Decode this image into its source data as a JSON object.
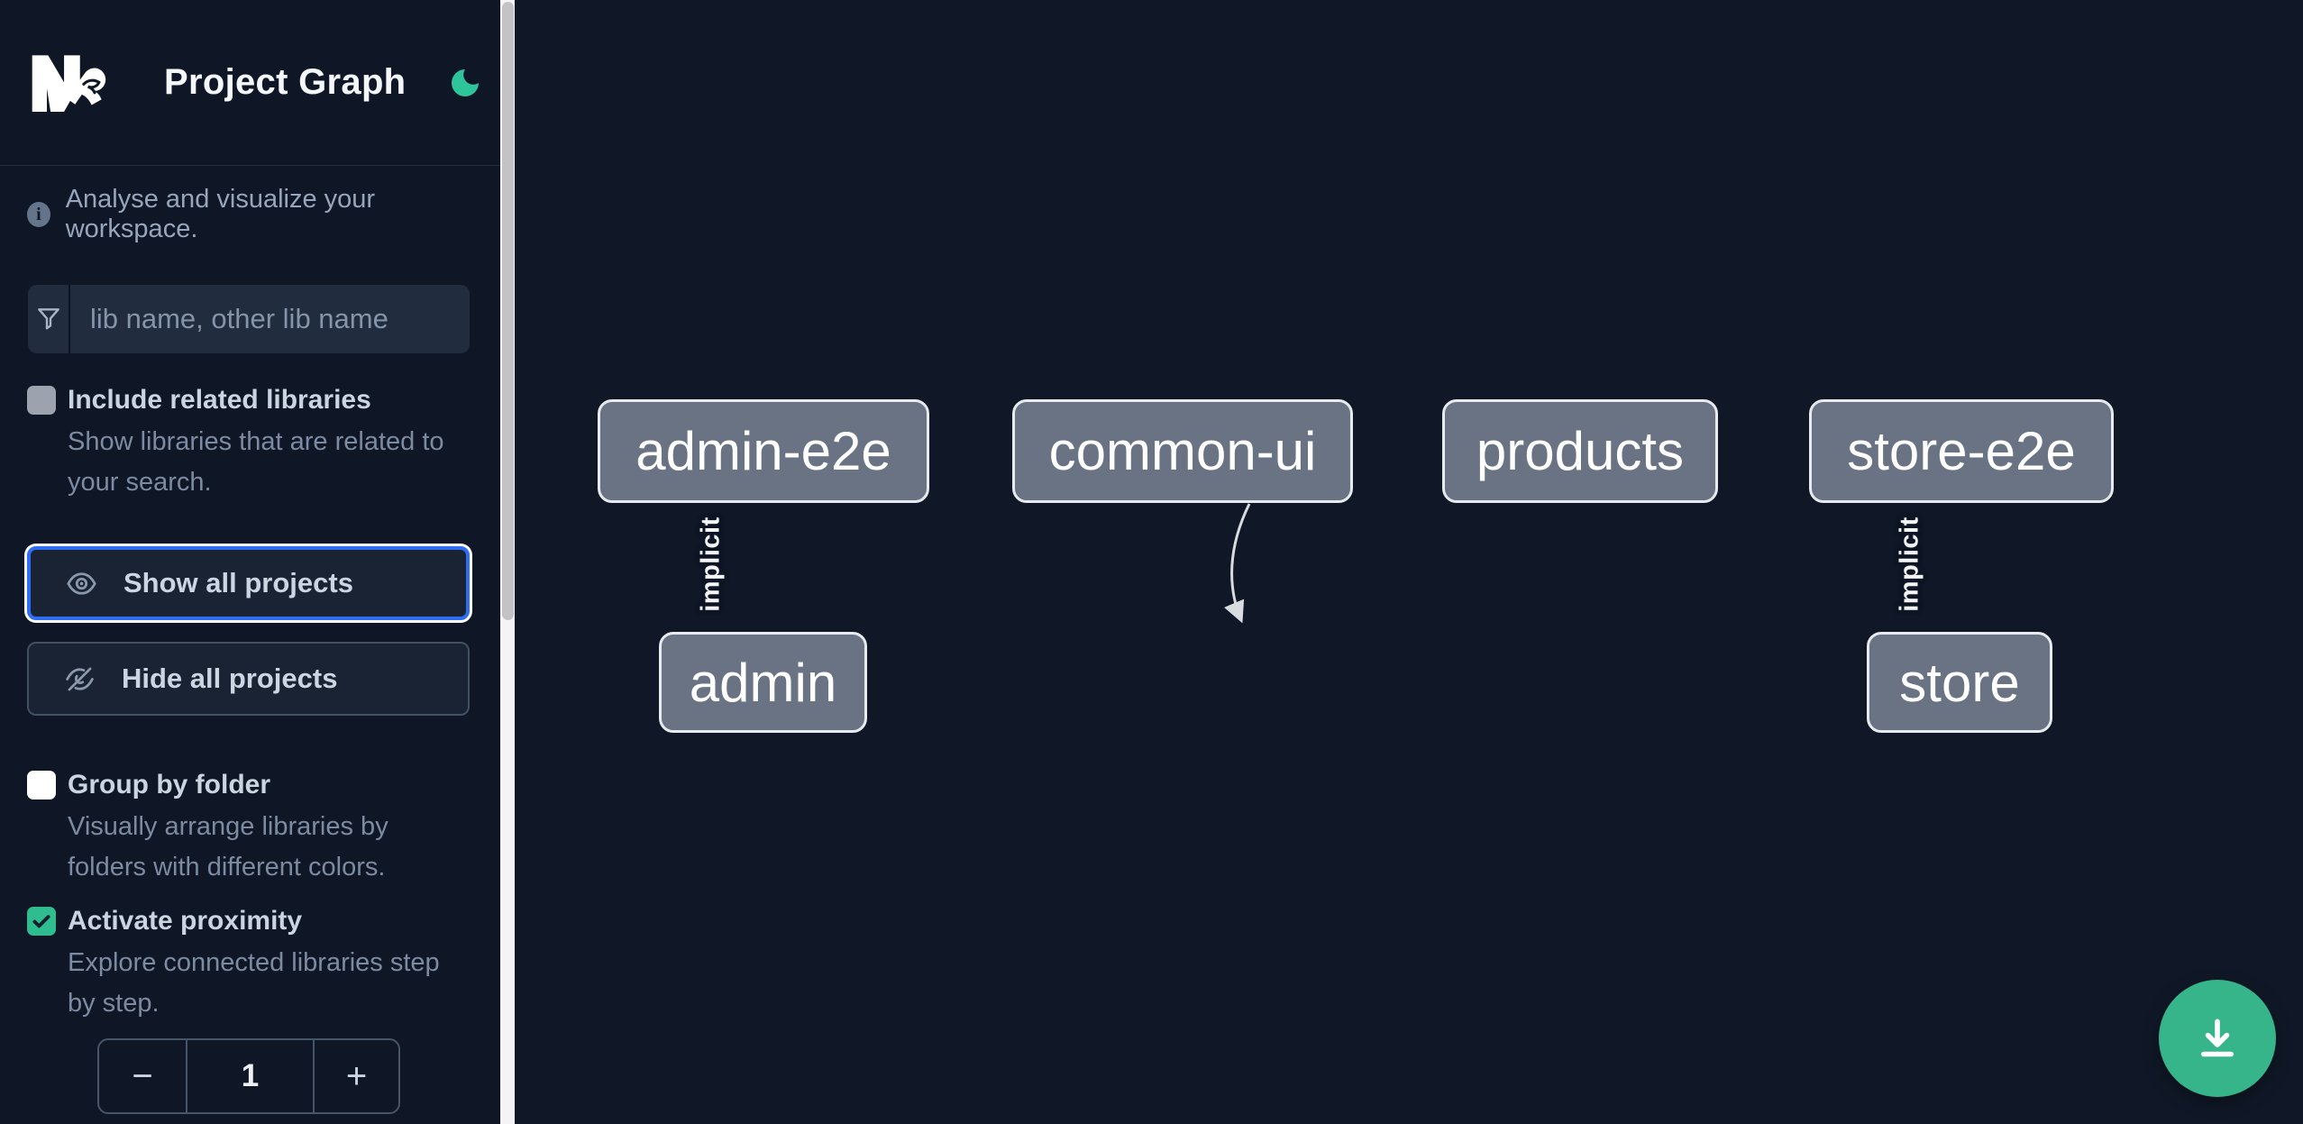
{
  "header": {
    "title": "Project Graph",
    "logo": "Nx logo",
    "theme_toggle": "moon-icon"
  },
  "sidebar": {
    "tagline": "Analyse and visualize your workspace.",
    "filter": {
      "placeholder": "lib name, other lib name",
      "value": ""
    },
    "include_related": {
      "label": "Include related libraries",
      "description": "Show libraries that are related to your search.",
      "checked": false
    },
    "show_all_label": "Show all projects",
    "hide_all_label": "Hide all projects",
    "group_by_folder": {
      "label": "Group by folder",
      "description": "Visually arrange libraries by folders with different colors.",
      "checked": false
    },
    "activate_proximity": {
      "label": "Activate proximity",
      "description": "Explore connected libraries step by step.",
      "checked": true
    },
    "proximity_stepper": {
      "decrement": "−",
      "value": "1",
      "increment": "+"
    }
  },
  "graph": {
    "nodes": [
      {
        "label": "admin-e2e"
      },
      {
        "label": "common-ui"
      },
      {
        "label": "products"
      },
      {
        "label": "store-e2e"
      },
      {
        "label": "admin"
      },
      {
        "label": "store"
      }
    ],
    "edges": [
      {
        "from": "admin-e2e",
        "to": "admin",
        "label": "implicit"
      },
      {
        "from": "store-e2e",
        "to": "store",
        "label": "implicit"
      }
    ]
  },
  "fab": {
    "action": "download-graph-image"
  },
  "colors": {
    "accent_green": "#2fbd8f",
    "focus_blue": "#2f6ef2",
    "node_fill": "#697383",
    "sidebar_bg": "#0f1726",
    "canvas_bg": "#101827"
  }
}
